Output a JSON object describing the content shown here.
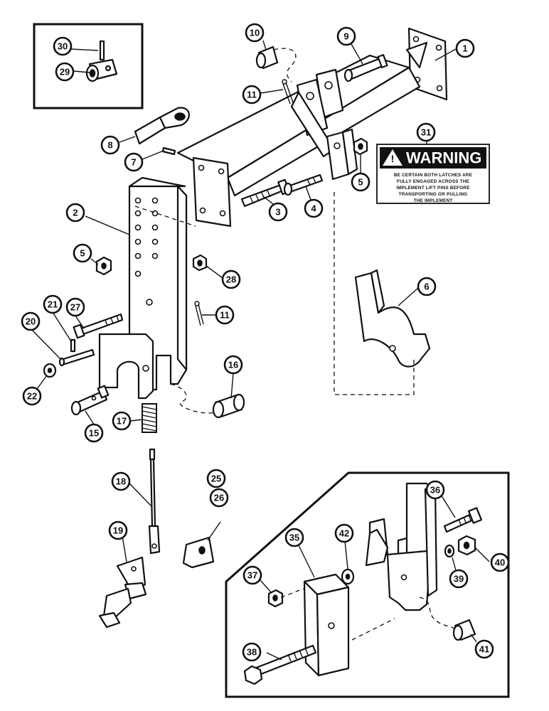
{
  "callouts": {
    "c1": "1",
    "c2": "2",
    "c3": "3",
    "c4": "4",
    "c5a": "5",
    "c5b": "5",
    "c6": "6",
    "c7": "7",
    "c8": "8",
    "c9": "9",
    "c10": "10",
    "c11a": "11",
    "c11b": "11",
    "c15": "15",
    "c16": "16",
    "c17": "17",
    "c18": "18",
    "c19": "19",
    "c20": "20",
    "c21": "21",
    "c22": "22",
    "c25": "25",
    "c26": "26",
    "c27": "27",
    "c28": "28",
    "c29": "29",
    "c30": "30",
    "c31": "31",
    "c35": "35",
    "c36": "36",
    "c37": "37",
    "c38": "38",
    "c39": "39",
    "c40": "40",
    "c41": "41",
    "c42": "42"
  },
  "warning_decal": {
    "title": "WARNING",
    "lines": [
      "BE CERTAIN BOTH LATCHES ARE",
      "FULLY ENGAGED ACROSS THE",
      "IMPLEMENT LIFT PINS BEFORE",
      "TRANSPORTING OR PULLING",
      "THE IMPLEMENT"
    ]
  }
}
